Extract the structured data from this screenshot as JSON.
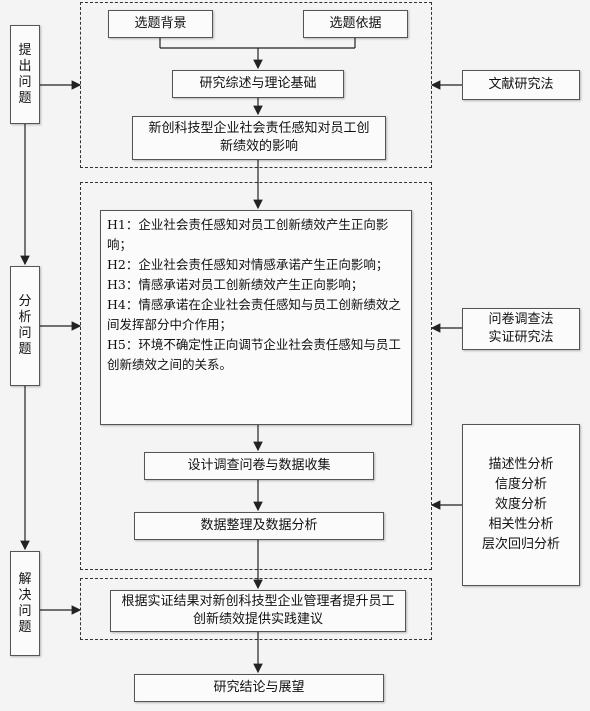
{
  "stages": {
    "pose": "提出问题",
    "analyze": "分析问题",
    "solve": "解决问题"
  },
  "boxes": {
    "background": "选题背景",
    "basis": "选题依据",
    "review": "研究综述与理论基础",
    "topic": "新创科技型企业社会责任感知对员工创新绩效的影响",
    "survey": "设计调查问卷与数据收集",
    "data_analysis": "数据整理及数据分析",
    "suggestion": "根据实证结果对新创科技型企业管理者提升员工创新绩效提供实践建议",
    "conclusion": "研究结论与展望"
  },
  "hypotheses": [
    "H1：企业社会责任感知对员工创新绩效产生正向影响；",
    "H2：企业社会责任感知对情感承诺产生正向影响；",
    "H3：情感承诺对员工创新绩效产生正向影响；",
    "H4：情感承诺在企业社会责任感知与员工创新绩效之间发挥部分中介作用；",
    "H5：环境不确定性正向调节企业社会责任感知与员工创新绩效之间的关系。"
  ],
  "methods": {
    "literature": "文献研究法",
    "questionnaire": [
      "问卷调查法",
      "实证研究法"
    ],
    "analysis": [
      "描述性分析",
      "信度分析",
      "效度分析",
      "相关性分析",
      "层次回归分析"
    ]
  }
}
